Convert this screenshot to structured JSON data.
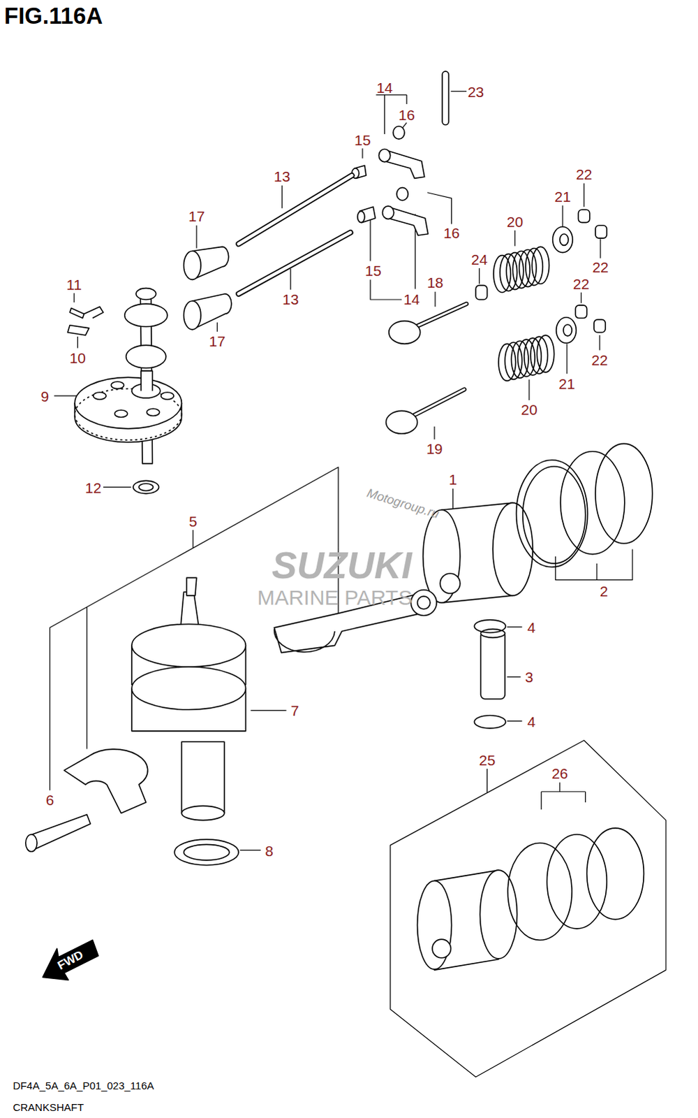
{
  "diagram": {
    "title": "FIG.116A",
    "labels": [
      "14",
      "23",
      "16",
      "15",
      "13",
      "22",
      "17",
      "21",
      "20",
      "16",
      "22",
      "24",
      "15",
      "11",
      "18",
      "22",
      "13",
      "14",
      "17",
      "10",
      "22",
      "21",
      "9",
      "20",
      "19",
      "1",
      "12",
      "5",
      "2",
      "4",
      "3",
      "7",
      "4",
      "25",
      "26",
      "6",
      "8",
      "FWD",
      "DF4A_5A_6A_P01_023_116A",
      "CRANKSHAFT",
      "Motogroup.ru",
      "SUZUKI",
      "MARINE PARTS"
    ]
  }
}
